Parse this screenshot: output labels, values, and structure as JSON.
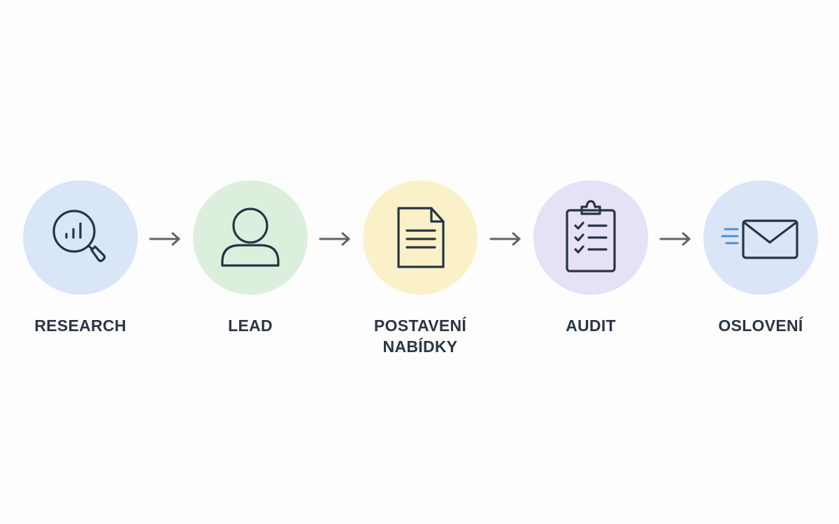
{
  "steps": [
    {
      "label": "RESEARCH",
      "icon": "magnifier-chart-icon",
      "color": "#d9e6f8"
    },
    {
      "label": "LEAD",
      "icon": "user-icon",
      "color": "#dcefdc"
    },
    {
      "label": "POSTAVENÍ\nNABÍDKY",
      "icon": "document-icon",
      "color": "#fbf1c8"
    },
    {
      "label": "AUDIT",
      "icon": "clipboard-checklist-icon",
      "color": "#e6e1f6"
    },
    {
      "label": "OSLOVENÍ",
      "icon": "envelope-icon",
      "color": "#dae6f7"
    }
  ],
  "colors": {
    "icon_stroke": "#263444",
    "arrow": "#5f636a",
    "label_text": "#2b3644",
    "envelope_motion_lines": "#4f8fd2"
  }
}
